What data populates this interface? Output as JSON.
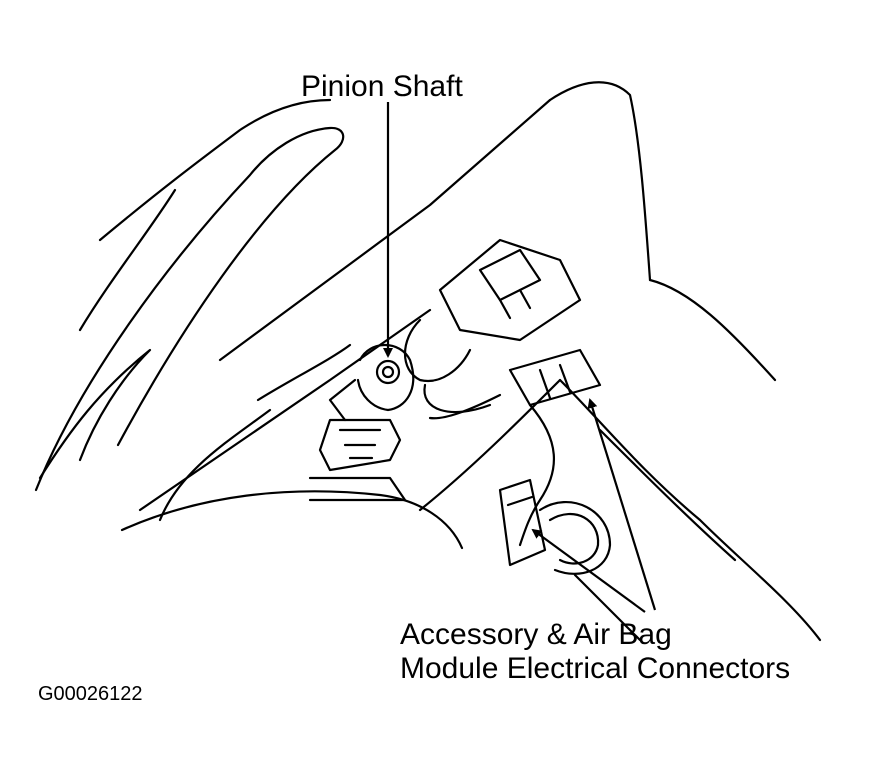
{
  "labels": {
    "pinion_shaft": "Pinion Shaft",
    "connectors_line1": "Accessory & Air Bag",
    "connectors_line2": "Module Electrical Connectors"
  },
  "figure_code": "G00026122",
  "colors": {
    "ink": "#000000",
    "paper": "#ffffff"
  }
}
